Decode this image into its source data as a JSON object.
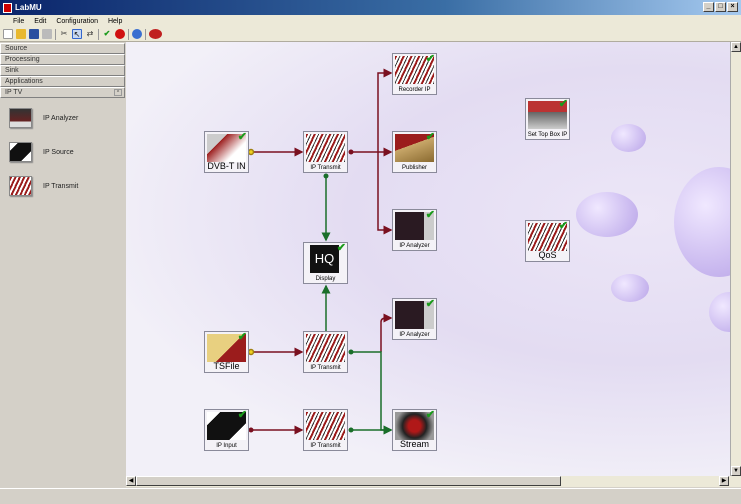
{
  "window": {
    "title": "LabMU",
    "controls": [
      "_",
      "□",
      "×"
    ]
  },
  "menu": [
    "File",
    "Edit",
    "Configuration",
    "Help"
  ],
  "toolbar": {
    "icons": [
      "new-icon",
      "open-icon",
      "save-icon",
      "print-icon",
      "cut-icon",
      "pointer-icon",
      "connect-icon",
      "validate-icon",
      "stop-icon",
      "globe-icon",
      "settings-icon"
    ]
  },
  "sidebar": {
    "categories": [
      "Source",
      "Processing",
      "Sink",
      "Applications",
      "IP TV"
    ],
    "items": [
      {
        "label": "IP Analyzer",
        "thumb": "Analyzer"
      },
      {
        "label": "IP Source",
        "thumb": "IP Input"
      },
      {
        "label": "IP Transmit",
        "thumb": "IP Transmit"
      }
    ]
  },
  "nodes": {
    "dvb": "DVB-T IN",
    "ipt1": "IP Transmit",
    "recorder": "Recorder IP",
    "publisher": "Publisher",
    "analyzer1": "IP Analyzer",
    "stb": "Set Top Box IP",
    "qos": "QoS",
    "display": "Display",
    "display_icon": "HQ",
    "tsfile": "TSFile",
    "ipt2": "IP Transmit",
    "analyzer2": "IP Analyzer",
    "ipinput": "IP Input",
    "ipt3": "IP Transmit",
    "stream": "Stream"
  },
  "colors": {
    "link_red": "#7a1020",
    "link_green": "#1a6e2a",
    "check": "#1a9a1a"
  }
}
